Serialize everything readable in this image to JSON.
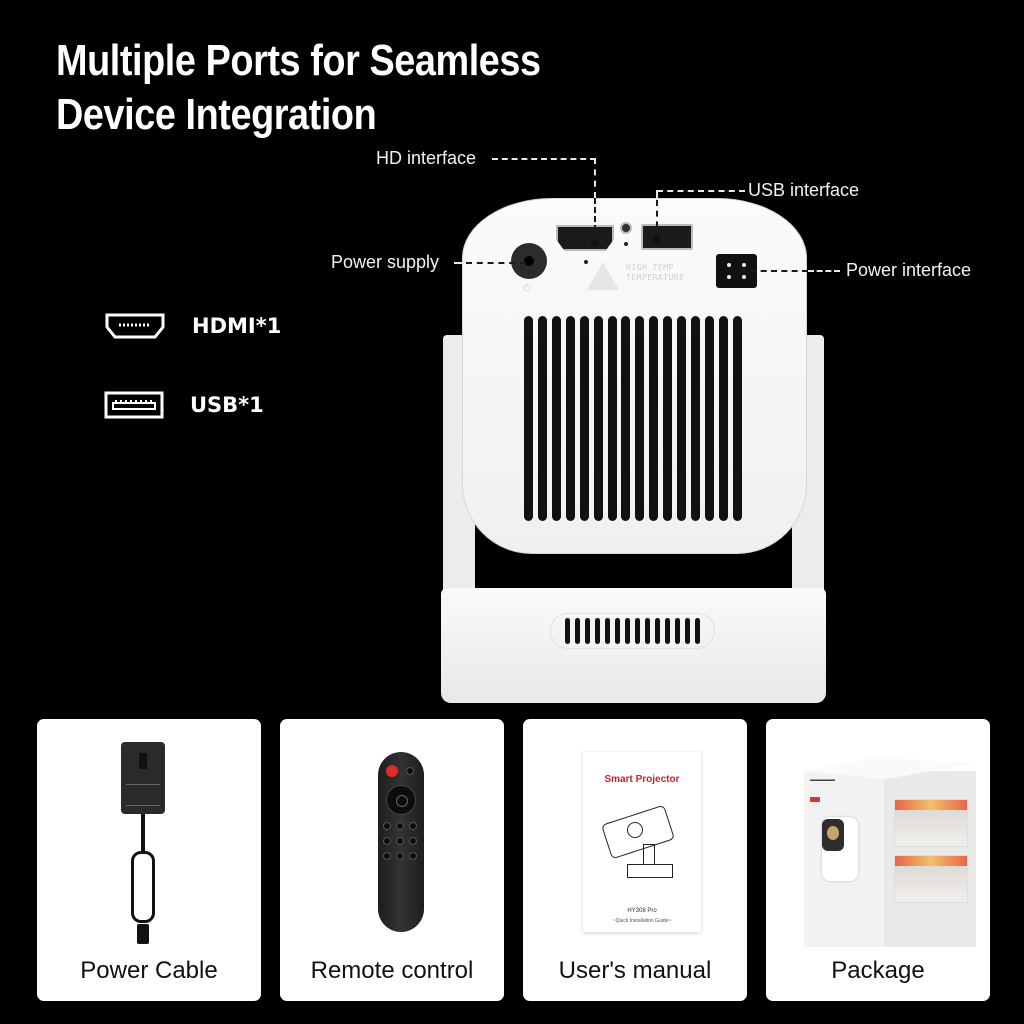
{
  "page": {
    "title_line1": "Multiple Ports for Seamless",
    "title_line2": "Device Integration",
    "background": "#000000"
  },
  "callouts": {
    "hd_interface": "HD interface",
    "usb_interface": "USB interface",
    "power_supply": "Power supply",
    "power_interface": "Power interface"
  },
  "specs": [
    {
      "icon": "hdmi-port-icon",
      "label": "HDMI*1"
    },
    {
      "icon": "usb-port-icon",
      "label": "USB*1"
    }
  ],
  "device": {
    "warning_text_line1": "HIGH TEMP",
    "warning_text_line2": "TEMPERATURE",
    "power_symbol": "⏻"
  },
  "accessories": [
    {
      "name": "power-cable",
      "caption": "Power Cable"
    },
    {
      "name": "remote-control",
      "caption": "Remote control"
    },
    {
      "name": "users-manual",
      "caption": "User's manual",
      "manual_title": "Smart Projector",
      "manual_model": "HY308 Pro",
      "manual_subtitle": "~Quick Installation Guide~"
    },
    {
      "name": "package",
      "caption": "Package"
    }
  ],
  "colors": {
    "manual_title": "#c0272d",
    "remote_power_button": "#e02b2b",
    "card_background": "#ffffff"
  }
}
